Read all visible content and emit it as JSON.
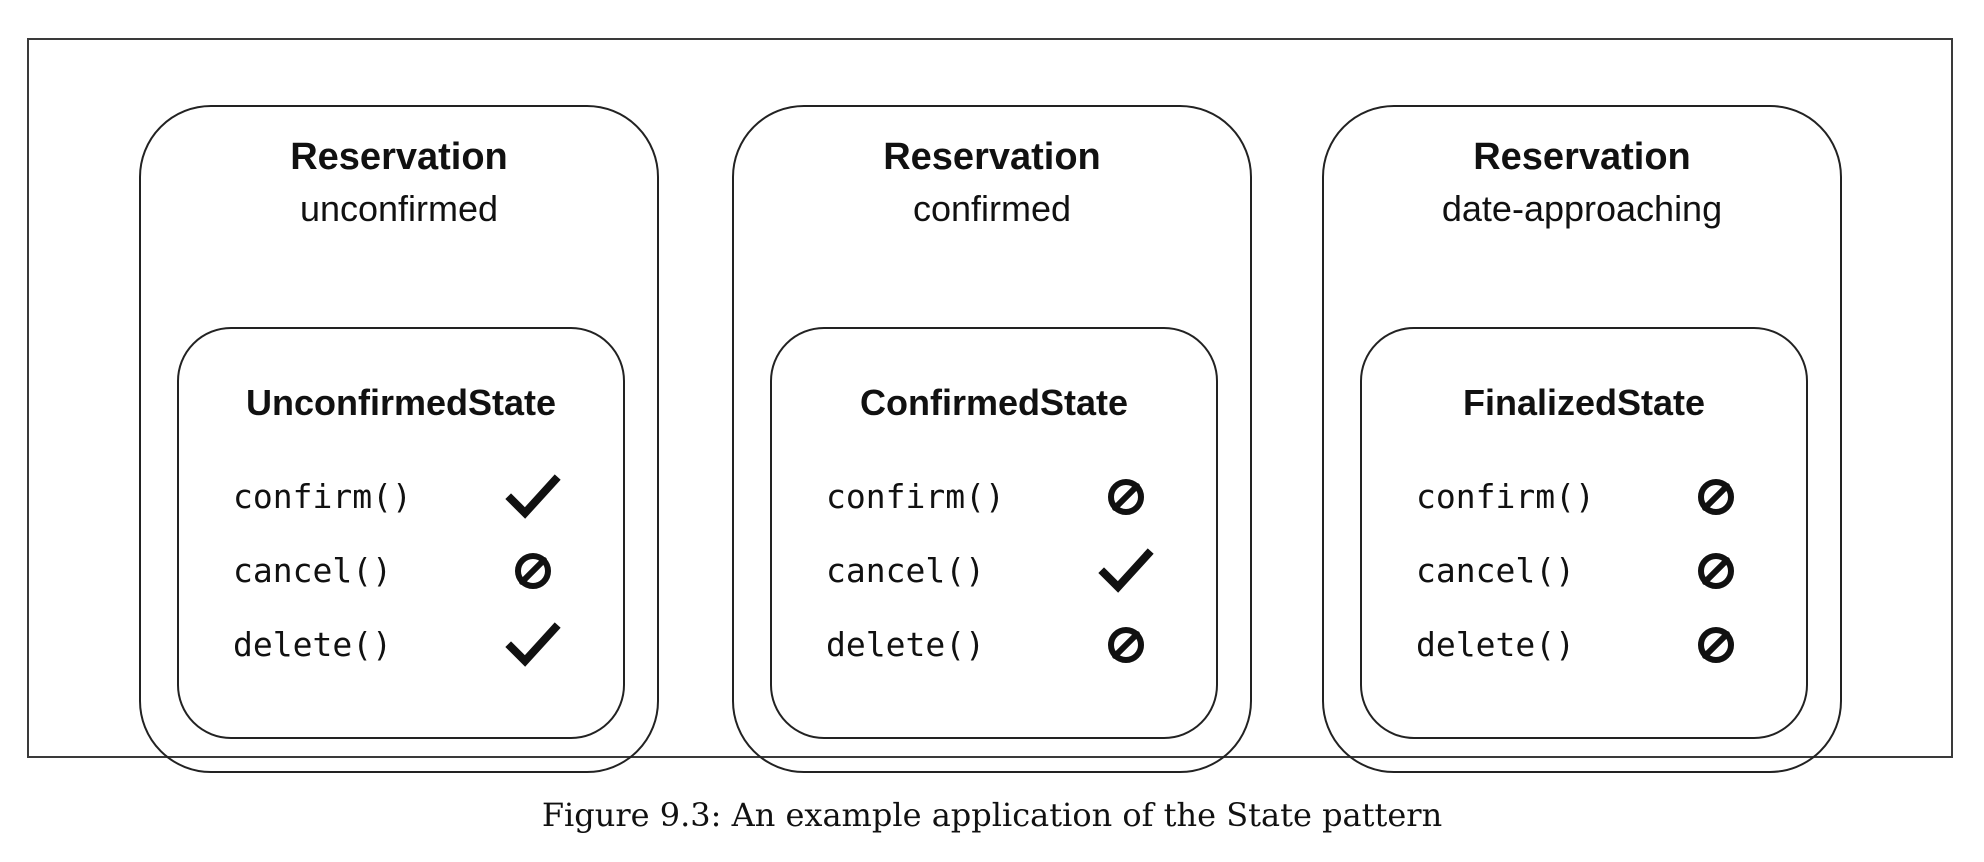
{
  "diagram": {
    "reservations": [
      {
        "title": "Reservation",
        "subtitle": "unconfirmed",
        "state": {
          "name": "UnconfirmedState",
          "methods": [
            {
              "name": "confirm()",
              "status": "allowed",
              "icon": "check-icon"
            },
            {
              "name": "cancel()",
              "status": "disallowed",
              "icon": "prohibited-icon"
            },
            {
              "name": "delete()",
              "status": "allowed",
              "icon": "check-icon"
            }
          ]
        }
      },
      {
        "title": "Reservation",
        "subtitle": "confirmed",
        "state": {
          "name": "ConfirmedState",
          "methods": [
            {
              "name": "confirm()",
              "status": "disallowed",
              "icon": "prohibited-icon"
            },
            {
              "name": "cancel()",
              "status": "allowed",
              "icon": "check-icon"
            },
            {
              "name": "delete()",
              "status": "disallowed",
              "icon": "prohibited-icon"
            }
          ]
        }
      },
      {
        "title": "Reservation",
        "subtitle": "date-approaching",
        "state": {
          "name": "FinalizedState",
          "methods": [
            {
              "name": "confirm()",
              "status": "disallowed",
              "icon": "prohibited-icon"
            },
            {
              "name": "cancel()",
              "status": "disallowed",
              "icon": "prohibited-icon"
            },
            {
              "name": "delete()",
              "status": "disallowed",
              "icon": "prohibited-icon"
            }
          ]
        }
      }
    ]
  },
  "caption": "Figure 9.3: An example application of the State pattern",
  "colors": {
    "stroke": "#222222",
    "text": "#111111",
    "background": "#ffffff"
  }
}
